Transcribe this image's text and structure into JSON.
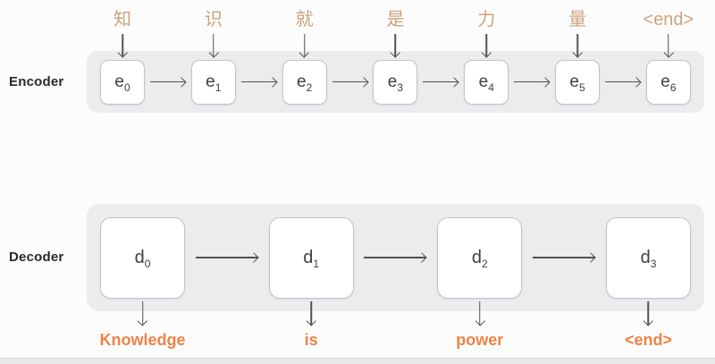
{
  "labels": {
    "encoder": "Encoder",
    "decoder": "Decoder"
  },
  "colors": {
    "input_token": "#c9a37d",
    "output_token": "#ef8347",
    "arrow": "#515155",
    "strip_background": "#ececef"
  },
  "encoder": {
    "cells": [
      {
        "input": "知",
        "base": "e",
        "sub": "0"
      },
      {
        "input": "识",
        "base": "e",
        "sub": "1"
      },
      {
        "input": "就",
        "base": "e",
        "sub": "2"
      },
      {
        "input": "是",
        "base": "e",
        "sub": "3"
      },
      {
        "input": "力",
        "base": "e",
        "sub": "4"
      },
      {
        "input": "量",
        "base": "e",
        "sub": "5"
      },
      {
        "input": "<end>",
        "base": "e",
        "sub": "6"
      }
    ]
  },
  "decoder": {
    "cells": [
      {
        "base": "d",
        "sub": "0",
        "output": "Knowledge"
      },
      {
        "base": "d",
        "sub": "1",
        "output": "is"
      },
      {
        "base": "d",
        "sub": "2",
        "output": "power"
      },
      {
        "base": "d",
        "sub": "3",
        "output": "<end>"
      }
    ]
  }
}
